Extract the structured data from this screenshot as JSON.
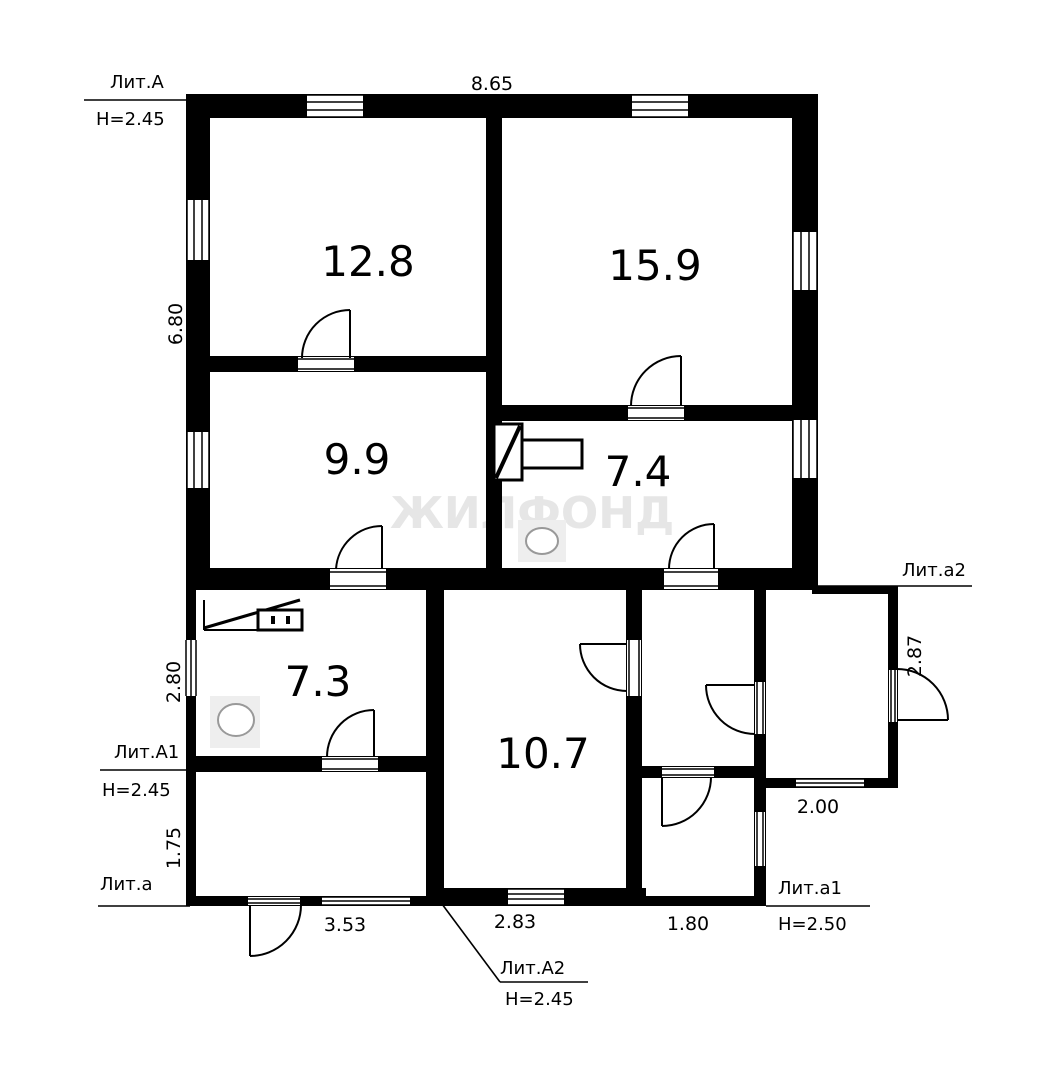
{
  "rooms": {
    "r1": "12.8",
    "r2": "15.9",
    "r3": "9.9",
    "r4": "7.4",
    "r5": "7.3",
    "r6": "10.7"
  },
  "dimensions": {
    "top_width": "8.65",
    "left_height": "6.80",
    "a1_height": "2.80",
    "a_height": "1.75",
    "a_width": "3.53",
    "a2_width": "2.83",
    "a1s_width": "1.80",
    "a2s_height": "2.87",
    "a2s_width": "2.00"
  },
  "liters": {
    "lit_A": "Лит.А",
    "lit_A_h": "H=2.45",
    "lit_A1": "Лит.А1",
    "lit_A1_h": "H=2.45",
    "lit_a": "Лит.а",
    "lit_A2": "Лит.А2",
    "lit_A2_h": "H=2.45",
    "lit_a1": "Лит.а1",
    "lit_a1_h": "H=2.50",
    "lit_a2": "Лит.а2"
  },
  "watermark": "ЖИЛФОНД"
}
